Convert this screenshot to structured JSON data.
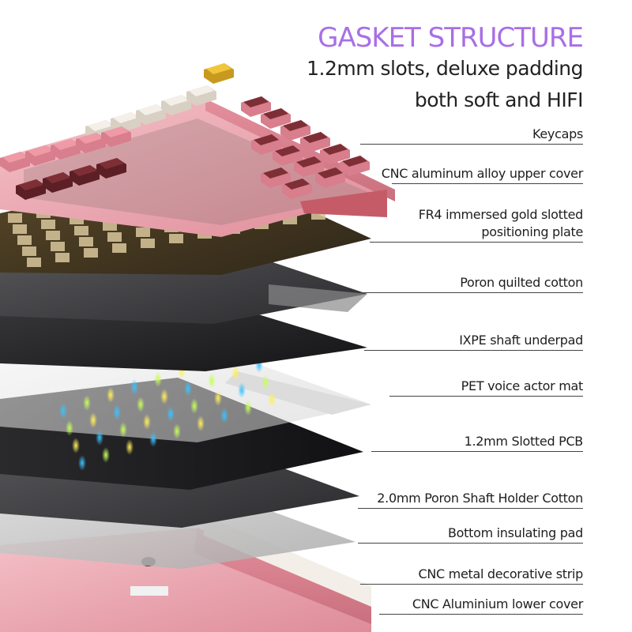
{
  "heading": {
    "title": "GASKET STRUCTURE",
    "subtitle_line1": "1.2mm slots, deluxe padding",
    "subtitle_line2": "both soft and HIFI"
  },
  "layers": [
    {
      "label": "Keycaps"
    },
    {
      "label": "CNC aluminum alloy upper cover"
    },
    {
      "label": "FR4 immersed gold slotted",
      "label2": "positioning plate"
    },
    {
      "label": "Poron quilted cotton"
    },
    {
      "label": "IXPE shaft underpad"
    },
    {
      "label": "PET voice actor mat"
    },
    {
      "label": "1.2mm Slotted PCB"
    },
    {
      "label": "2.0mm Poron Shaft Holder Cotton"
    },
    {
      "label": "Bottom insulating pad"
    },
    {
      "label": "CNC metal decorative strip"
    },
    {
      "label": "CNC Aluminium lower cover"
    }
  ],
  "colors": {
    "title": "#a86fe6",
    "case_pink": "#e9a2ad",
    "keycap_pink": "#ef9aa6",
    "keycap_red": "#7e2f36",
    "keycap_white": "#f4efe8",
    "keycap_yellow": "#f2c63a",
    "plate_gold": "#c9a24a",
    "foam_black": "#1c1c1e",
    "pet_white": "#e7e7e7"
  }
}
